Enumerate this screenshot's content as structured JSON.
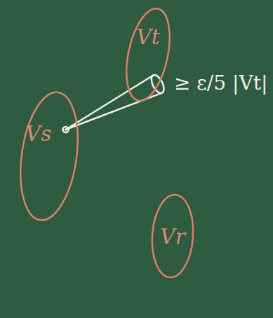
{
  "diagram": {
    "nodes": [
      {
        "text": [
          "Vs"
        ]
      },
      {
        "text": [
          "Vt"
        ]
      },
      {
        "text": [
          "Vr"
        ]
      }
    ],
    "edges": [
      {
        "from": 0,
        "to": 1,
        "arrow": "none"
      }
    ],
    "labels": [
      "≥ ε/5 |Vt|"
    ]
  }
}
